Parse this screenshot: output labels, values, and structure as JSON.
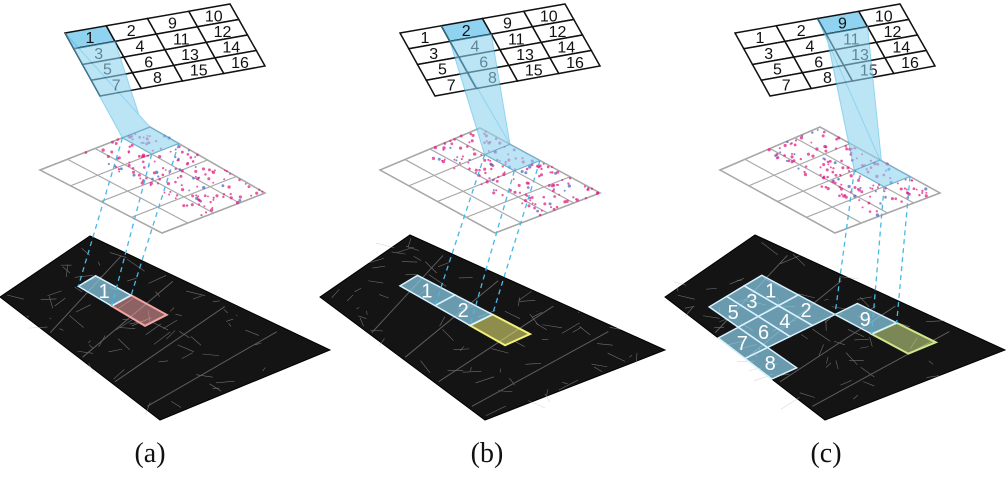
{
  "panels": [
    {
      "caption": "(a)",
      "highlight": 1,
      "tiles": [
        {
          "label": "1",
          "color": "blue"
        }
      ],
      "next_tile": "red"
    },
    {
      "caption": "(b)",
      "highlight": 2,
      "tiles": [
        {
          "label": "1",
          "color": "blue"
        },
        {
          "label": "2",
          "color": "blue"
        }
      ],
      "next_tile": "yellow"
    },
    {
      "caption": "(c)",
      "highlight": 9,
      "tiles": [
        {
          "label": "1",
          "color": "blue"
        },
        {
          "label": "2",
          "color": "blue"
        },
        {
          "label": "3",
          "color": "blue"
        },
        {
          "label": "4",
          "color": "blue"
        },
        {
          "label": "5",
          "color": "blue"
        },
        {
          "label": "6",
          "color": "blue"
        },
        {
          "label": "7",
          "color": "blue"
        },
        {
          "label": "8",
          "color": "blue"
        },
        {
          "label": "9",
          "color": "blue"
        }
      ],
      "next_tile": "green"
    }
  ],
  "grid_numbers": [
    [
      "1",
      "2",
      "9",
      "10"
    ],
    [
      "3",
      "4",
      "11",
      "12"
    ],
    [
      "5",
      "6",
      "13",
      "14"
    ],
    [
      "7",
      "8",
      "15",
      "16"
    ]
  ],
  "colors": {
    "blue": "#8fd3f0",
    "blue_edge": "#47b8e6",
    "red": "#f2a3a3",
    "yellow": "#f2f07a",
    "green": "#cfe88a",
    "base": "#141414",
    "heatmap": "#e0147a"
  }
}
